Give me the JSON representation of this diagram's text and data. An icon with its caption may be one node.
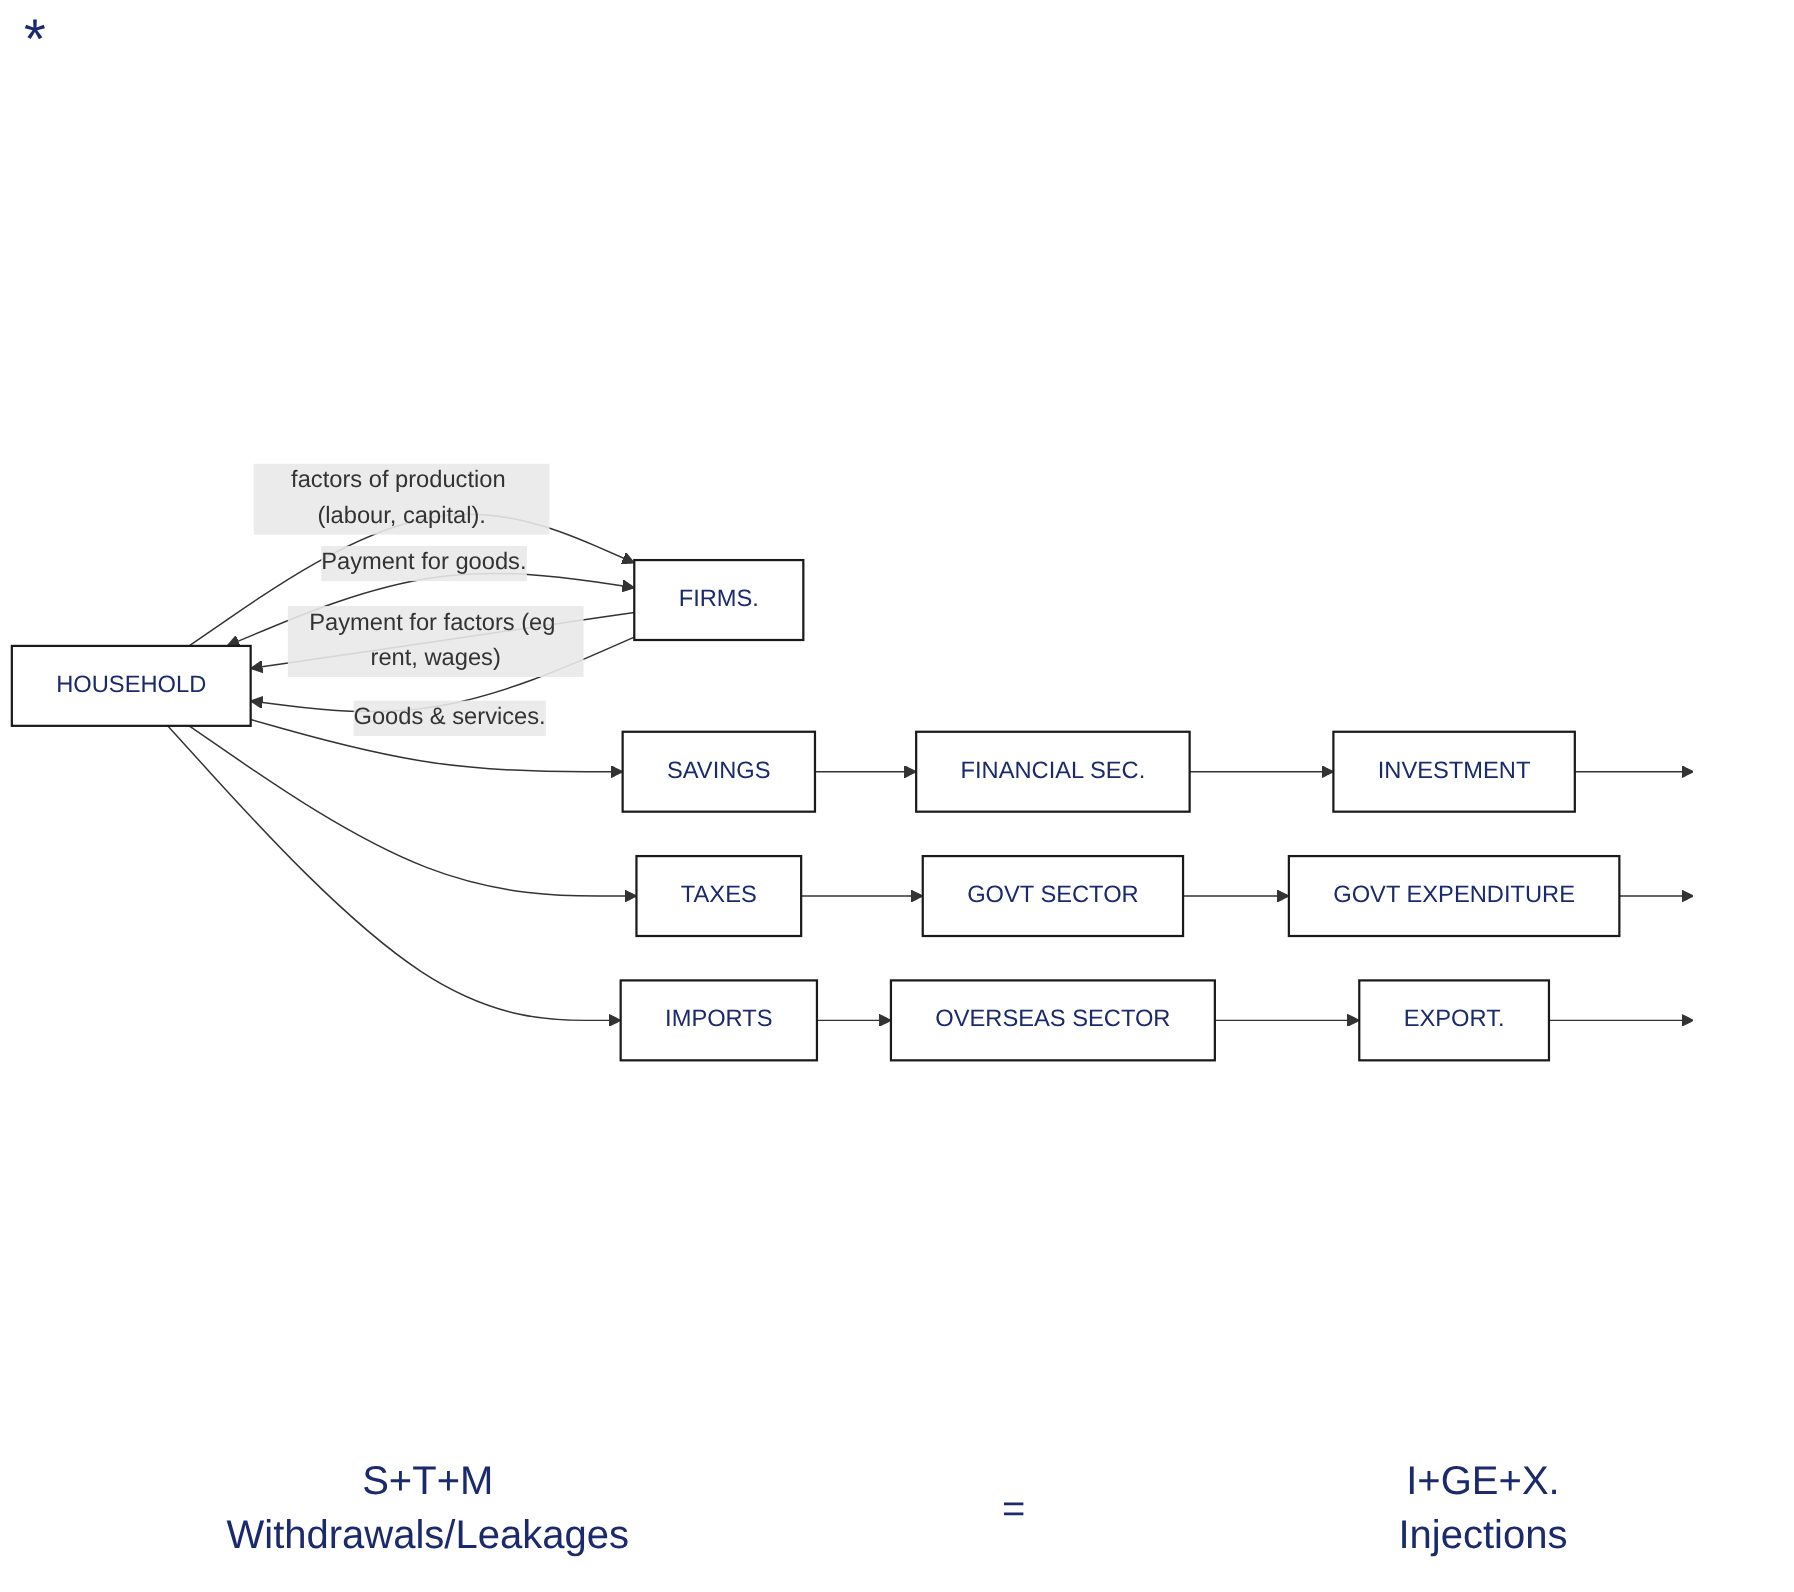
{
  "diagram": {
    "nodes": [
      {
        "text": [
          "HOUSEHOLD"
        ]
      },
      {
        "text": [
          "FIRMS."
        ]
      },
      {
        "text": [
          "SAVINGS"
        ]
      },
      {
        "text": [
          "FINANCIAL SEC."
        ]
      },
      {
        "text": [
          "INVESTMENT"
        ]
      },
      {
        "text": [
          "TAXES"
        ]
      },
      {
        "text": [
          "GOVT SECTOR"
        ]
      },
      {
        "text": [
          "GOVT EXPENDITURE"
        ]
      },
      {
        "text": [
          "IMPORTS"
        ]
      },
      {
        "text": [
          "OVERSEAS SECTOR"
        ]
      },
      {
        "text": [
          "EXPORT."
        ]
      }
    ],
    "edges": [
      {
        "from": 0,
        "to": 1,
        "arrow": "to",
        "label": "factors of production (labour, capital)."
      },
      {
        "from": 1,
        "to": 0,
        "arrow": "to",
        "label": "Payment for factors (eg rent, wages)"
      },
      {
        "from": 0,
        "to": 1,
        "arrow": "both",
        "label": "Payment for goods."
      },
      {
        "from": 1,
        "to": 0,
        "arrow": "to",
        "label": "Goods & services."
      },
      {
        "from": 0,
        "to": 2,
        "arrow": "to"
      },
      {
        "from": 0,
        "to": 5,
        "arrow": "to"
      },
      {
        "from": 0,
        "to": 8,
        "arrow": "to"
      },
      {
        "from": 2,
        "to": 3,
        "arrow": "to"
      },
      {
        "from": 3,
        "to": 4,
        "arrow": "to"
      },
      {
        "from": 5,
        "to": 6,
        "arrow": "to"
      },
      {
        "from": 6,
        "to": 7,
        "arrow": "to"
      },
      {
        "from": 8,
        "to": 9,
        "arrow": "to"
      },
      {
        "from": 9,
        "to": 10,
        "arrow": "to"
      },
      {
        "from": 4,
        "to": null,
        "arrow": "to"
      },
      {
        "from": 7,
        "to": null,
        "arrow": "to"
      },
      {
        "from": 10,
        "to": null,
        "arrow": "to"
      }
    ],
    "labels": [
      "*",
      "S+T+M",
      "Withdrawals/Leakages",
      "=",
      "I+GE+X.",
      "Injections"
    ]
  }
}
